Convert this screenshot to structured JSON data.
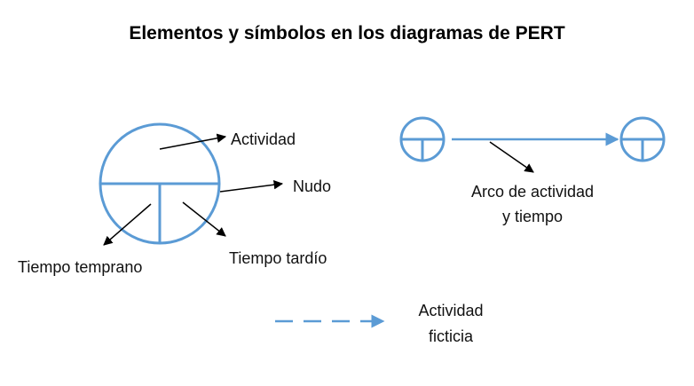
{
  "title": "Elementos y símbolos en los diagramas de PERT",
  "labels": {
    "actividad": "Actividad",
    "nudo": "Nudo",
    "tiempo_tardio": "Tiempo tardío",
    "tiempo_temprano": "Tiempo temprano",
    "arco_line1": "Arco de actividad",
    "arco_line2": "y tiempo",
    "ficticia_line1": "Actividad",
    "ficticia_line2": "ficticia"
  },
  "colors": {
    "node_stroke": "#5B9BD5",
    "pointer_arrow": "#000000",
    "text": "#111111"
  }
}
